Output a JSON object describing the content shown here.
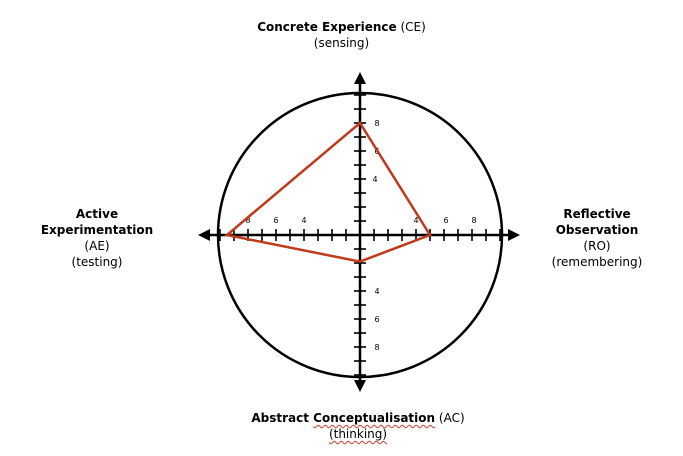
{
  "labels": {
    "top": {
      "title": "Concrete Experience",
      "code": "(CE)",
      "sub": "(sensing)"
    },
    "bottom": {
      "title_part1": "Abstract ",
      "title_part2": "Conceptualisation",
      "code": "(AC)",
      "sub": "(thinking)"
    },
    "left": {
      "line1": "Active",
      "line2": "Experimentation",
      "code": "(AE)",
      "sub": "(testing)"
    },
    "right": {
      "line1": "Reflective",
      "line2": "Observation",
      "code": "(RO)",
      "sub": "(remembering)"
    }
  },
  "ticks": {
    "ce": [
      "4",
      "6",
      "8"
    ],
    "ac": [
      "4",
      "6",
      "8"
    ],
    "ae": [
      "4",
      "6",
      "8"
    ],
    "ro": [
      "4",
      "6",
      "8"
    ]
  },
  "profile": {
    "color": "#c0391b",
    "scores": {
      "CE": 8,
      "RO": 5,
      "AC": 1,
      "AE": 9.5
    }
  }
}
